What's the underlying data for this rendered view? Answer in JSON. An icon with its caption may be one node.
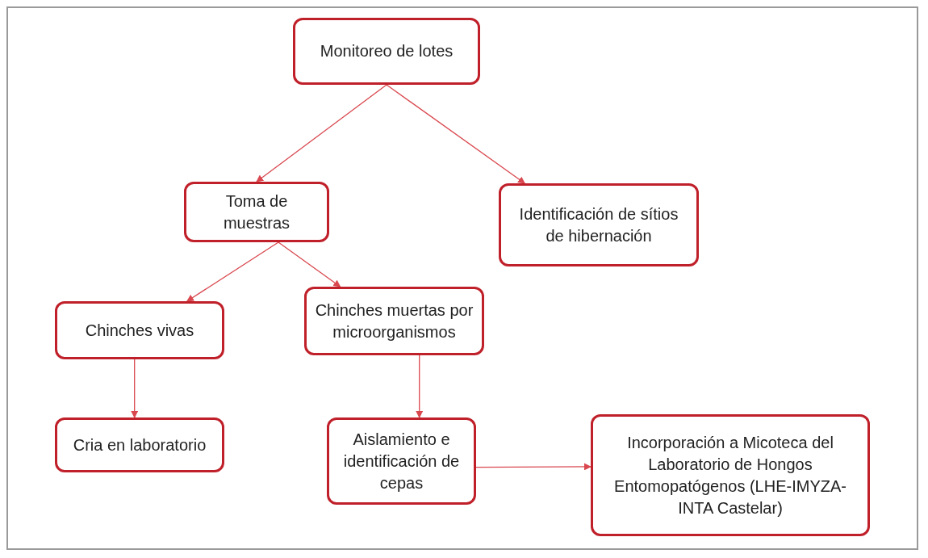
{
  "diagram": {
    "nodes": [
      {
        "text": [
          "Monitoreo de lotes"
        ]
      },
      {
        "text": [
          "Toma de muestras"
        ]
      },
      {
        "text": [
          "Identificación de sítios de hibernación"
        ]
      },
      {
        "text": [
          "Chinches vivas"
        ]
      },
      {
        "text": [
          "Chinches muertas por microorganismos"
        ]
      },
      {
        "text": [
          "Cria en laboratorio"
        ]
      },
      {
        "text": [
          "Aislamiento e identificación de cepas"
        ]
      },
      {
        "text": [
          "Incorporación a Micoteca del Laboratorio de Hongos Entomopatógenos (LHE-IMYZA-INTA Castelar)"
        ]
      }
    ],
    "edges": [
      {
        "from": 0,
        "to": 1,
        "arrow": "to"
      },
      {
        "from": 0,
        "to": 2,
        "arrow": "to"
      },
      {
        "from": 1,
        "to": 3,
        "arrow": "to"
      },
      {
        "from": 1,
        "to": 4,
        "arrow": "to"
      },
      {
        "from": 3,
        "to": 5,
        "arrow": "to"
      },
      {
        "from": 4,
        "to": 6,
        "arrow": "to"
      },
      {
        "from": 6,
        "to": 7,
        "arrow": "to"
      }
    ]
  }
}
